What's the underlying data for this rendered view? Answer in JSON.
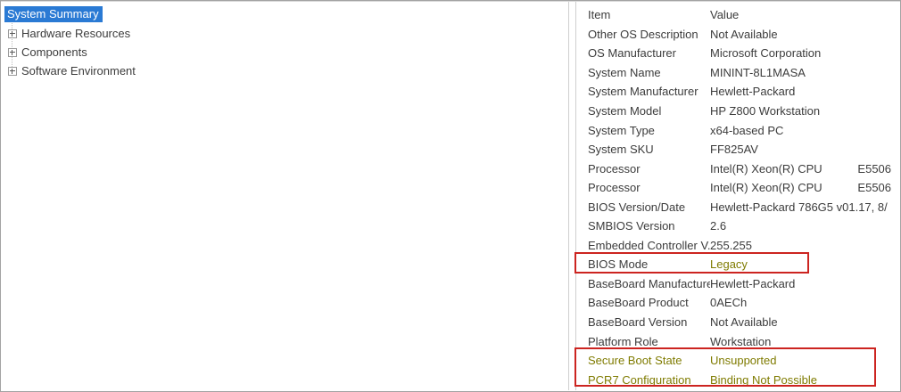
{
  "colors": {
    "selection_blue": "#2a7ad4",
    "highlight_red": "#cc2420",
    "flag_olive": "#7f7b00",
    "text": "#3c3c3c"
  },
  "sidebar": {
    "selected_item": "System Summary",
    "items": [
      {
        "label": "Hardware Resources"
      },
      {
        "label": "Components"
      },
      {
        "label": "Software Environment"
      }
    ]
  },
  "right_pane": {
    "columns": {
      "item": "Item",
      "value": "Value"
    },
    "rows": [
      {
        "item": "Other OS Description",
        "value": "Not Available"
      },
      {
        "item": "OS Manufacturer",
        "value": "Microsoft Corporation"
      },
      {
        "item": "System Name",
        "value": "MININT-8L1MASA"
      },
      {
        "item": "System Manufacturer",
        "value": "Hewlett-Packard"
      },
      {
        "item": "System Model",
        "value": "HP Z800 Workstation"
      },
      {
        "item": "System Type",
        "value": "x64-based PC"
      },
      {
        "item": "System SKU",
        "value": "FF825AV"
      },
      {
        "item": "Processor",
        "value": "Intel(R) Xeon(R) CPU           E5506"
      },
      {
        "item": "Processor",
        "value": "Intel(R) Xeon(R) CPU           E5506"
      },
      {
        "item": "BIOS Version/Date",
        "value": "Hewlett-Packard 786G5 v01.17, 8/"
      },
      {
        "item": "SMBIOS Version",
        "value": "2.6"
      },
      {
        "item": "Embedded Controller V...",
        "value": "255.255"
      },
      {
        "item": "BIOS Mode",
        "value": "Legacy",
        "value_flagged": true
      },
      {
        "item": "BaseBoard Manufacturer",
        "value": "Hewlett-Packard"
      },
      {
        "item": "BaseBoard Product",
        "value": "0AECh"
      },
      {
        "item": "BaseBoard Version",
        "value": "Not Available"
      },
      {
        "item": "Platform Role",
        "value": "Workstation"
      },
      {
        "item": "Secure Boot State",
        "value": "Unsupported",
        "item_flagged": true,
        "value_flagged": true
      },
      {
        "item": "PCR7 Configuration",
        "value": "Binding Not Possible",
        "item_flagged": true,
        "value_flagged": true
      }
    ]
  }
}
